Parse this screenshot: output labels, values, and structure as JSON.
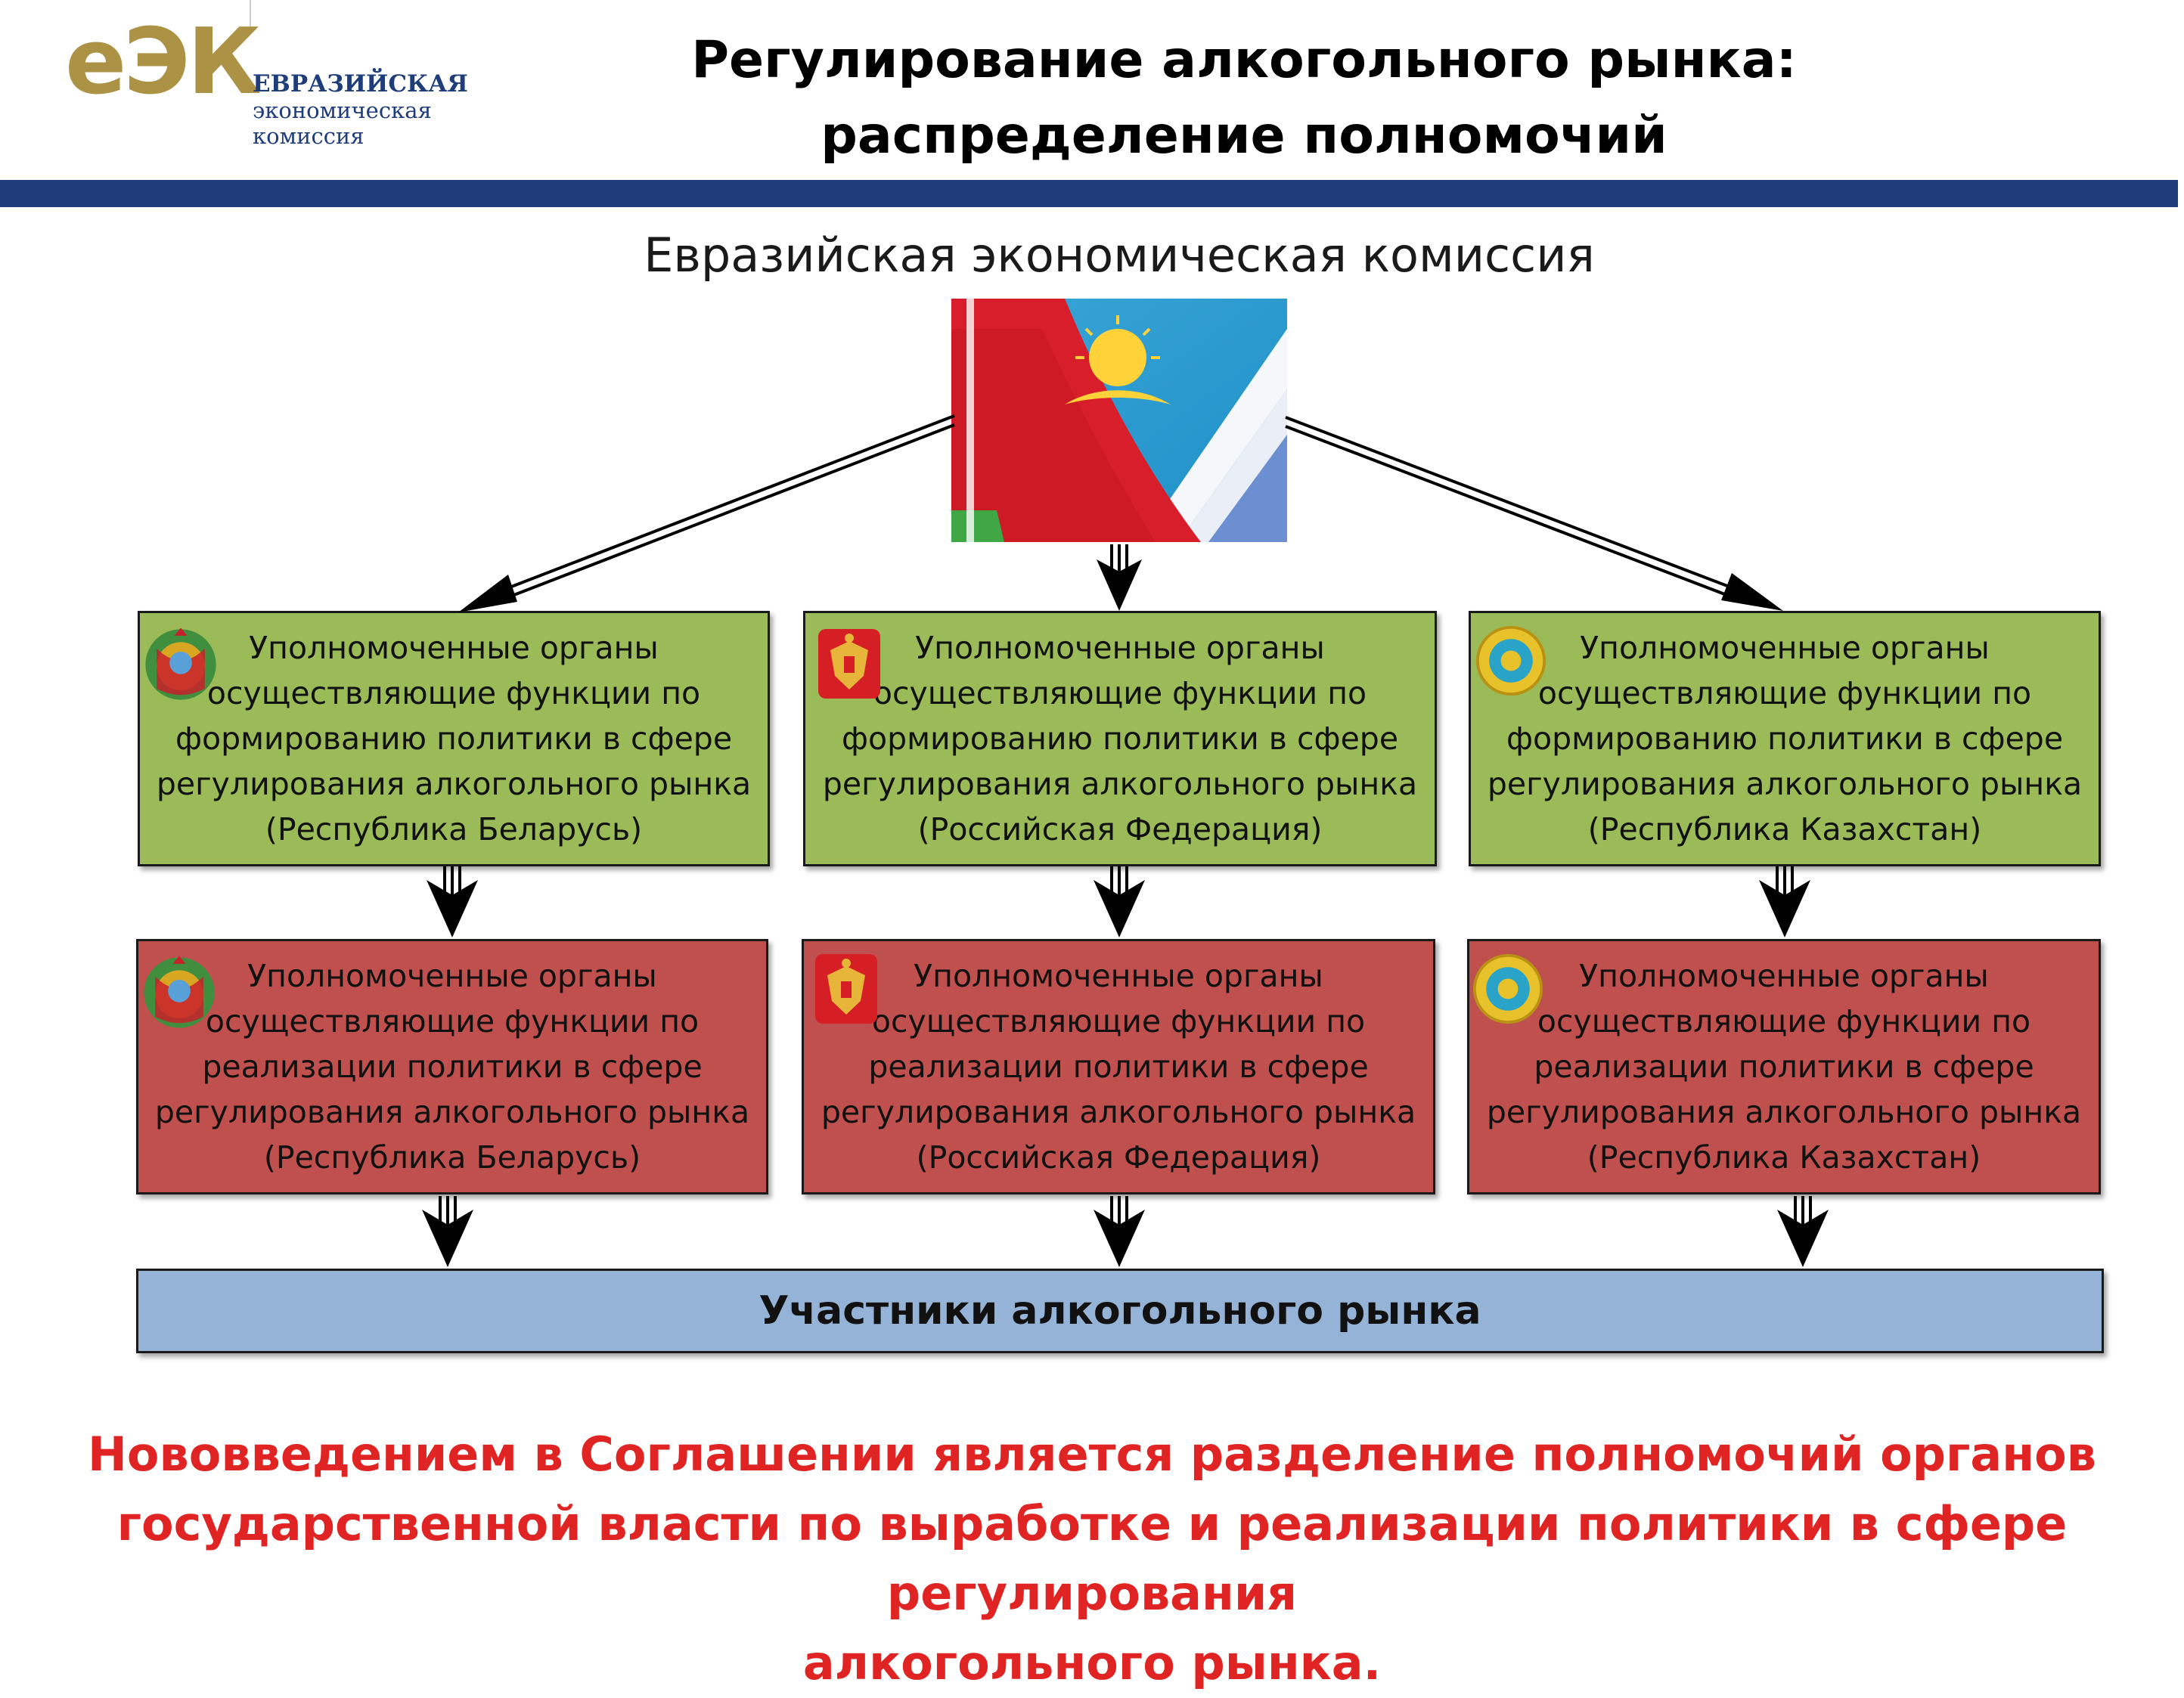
{
  "header": {
    "logo_mark": "еЭК",
    "logo_lines": [
      "ЕВРАЗИЙСКАЯ",
      "экономическая",
      "комиссия"
    ],
    "title_line1": "Регулирование алкогольного рынка:",
    "title_line2": "распределение полномочий"
  },
  "org_title": "Евразийская экономическая комиссия",
  "policy_boxes": [
    {
      "line1": "Уполномоченные органы",
      "line2": "осуществляющие функции по",
      "line3": "формированию политики в сфере",
      "line4": "регулирования алкогольного рынка",
      "line5": "(Республика Беларусь)"
    },
    {
      "line1": "Уполномоченные органы",
      "line2": "осуществляющие функции по",
      "line3": "формированию политики в сфере",
      "line4": "регулирования алкогольного рынка",
      "line5": "(Российская Федерация)"
    },
    {
      "line1": "Уполномоченные органы",
      "line2": "осуществляющие функции по",
      "line3": "формированию политики в сфере",
      "line4": "регулирования алкогольного рынка",
      "line5": "(Республика Казахстан)"
    }
  ],
  "implementation_boxes": [
    {
      "line1": "Уполномоченные органы",
      "line2": "осуществляющие функции по",
      "line3": "реализации политики в сфере",
      "line4": "регулирования алкогольного рынка",
      "line5": "(Республика Беларусь)"
    },
    {
      "line1": "Уполномоченные органы",
      "line2": "осуществляющие функции по",
      "line3": "реализации политики в сфере",
      "line4": "регулирования алкогольного рынка",
      "line5": "(Российская Федерация)"
    },
    {
      "line1": "Уполномоченные органы",
      "line2": "осуществляющие функции по",
      "line3": "реализации политики в сфере",
      "line4": "регулирования алкогольного рынка",
      "line5": "(Республика Казахстан)"
    }
  ],
  "market_label": "Участники алкогольного рынка",
  "note_lines": [
    "Нововведением в Соглашении является разделение полномочий органов",
    "государственной власти по выработке и реализации политики в сфере регулирования",
    "алкогольного рынка."
  ],
  "colors": {
    "header_bar": "#1f3d7a",
    "logo_gold": "#ac9245",
    "policy_box": "#9bbb59",
    "implementation_box": "#c0504d",
    "market_box": "#95b3d7",
    "note_text": "#e02424"
  },
  "icons": [
    "belarus-emblem-icon",
    "russia-emblem-icon",
    "kazakhstan-emblem-icon",
    "eaeu-flags-image"
  ]
}
